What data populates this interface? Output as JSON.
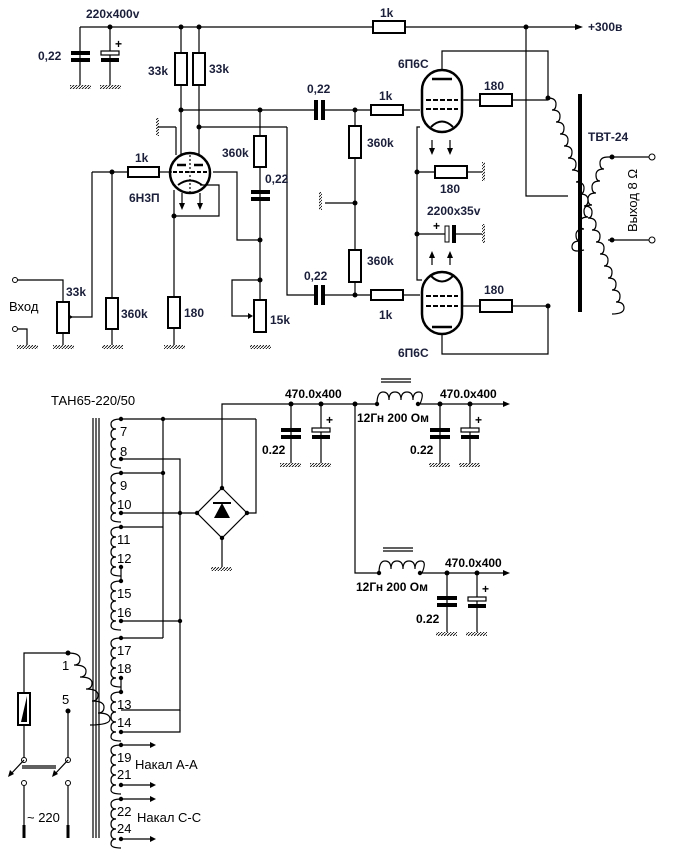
{
  "diagram": {
    "title": "Tube amplifier schematic with power supply",
    "amplifier": {
      "supply_cap_value": "0,22",
      "supply_electrolytic": "220x400v",
      "supply_resistor": "1k",
      "supply_out": "+300в",
      "anode_r1": "33k",
      "anode_r2": "33k",
      "coupling_cap_top": "0,22",
      "coupling_cap_bottom": "0,22",
      "coupling_cap_mid": "0,22",
      "grid_stop_input": "1k",
      "input_tube": "6Н3П",
      "r_360k_a": "360k",
      "r_360k_b": "360k",
      "r_360k_c": "360k",
      "r_360k_input": "360k",
      "input_pot": "33k",
      "input_label": "Вход",
      "cathode_r": "180",
      "balance_pot": "15k",
      "grid_stop_top": "1k",
      "grid_stop_bottom": "1k",
      "output_tube_top": "6П6С",
      "output_tube_bottom": "6П6С",
      "screen_r_top": "180",
      "screen_r_bottom": "180",
      "cathode_r_out": "180",
      "cathode_cap": "2200x35v",
      "output_transformer": "ТВТ-24",
      "output_label": "Выход 8 Ω"
    },
    "power_supply": {
      "transformer": "ТАН65-220/50",
      "primary_pins": [
        "1",
        "5"
      ],
      "secondary_pins": [
        "7",
        "8",
        "9",
        "10",
        "11",
        "12",
        "15",
        "16",
        "17",
        "18",
        "13",
        "14"
      ],
      "heater_pins_a": [
        "19",
        "21"
      ],
      "heater_pins_c": [
        "22",
        "24"
      ],
      "heater_a_label": "Накал А-А",
      "heater_c_label": "Накал С-С",
      "mains_label": "~ 220",
      "filter_cap_1": "470.0x400",
      "filter_cap_1_small": "0.22",
      "choke_1": "12Гн 200 Ом",
      "filter_cap_2": "470.0x400",
      "filter_cap_2_small": "0.22",
      "choke_2": "12Гн 200 Ом",
      "filter_cap_3": "470.0x400",
      "filter_cap_3_small": "0.22"
    }
  }
}
